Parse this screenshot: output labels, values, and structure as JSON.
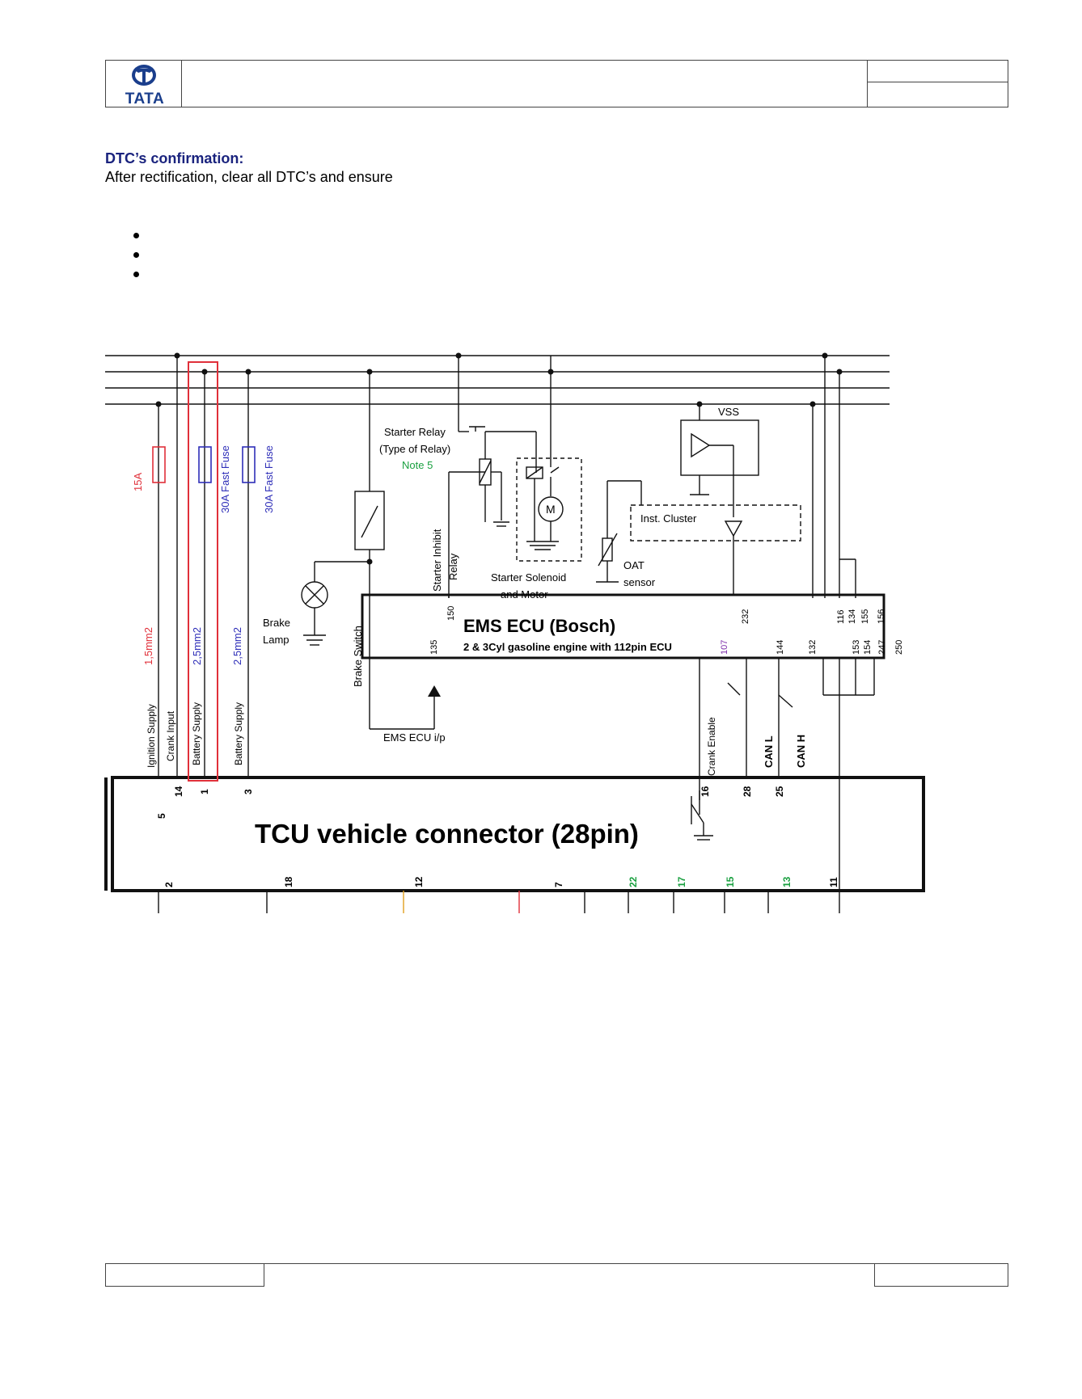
{
  "header": {
    "logo_text": "TATA"
  },
  "section": {
    "title": "DTC’s confirmation:",
    "text": "After rectification, clear all DTC’s and ensure"
  },
  "bullets": [
    "",
    "",
    ""
  ],
  "diagram": {
    "fuse_labels": [
      "15A",
      "30A Fast Fuse",
      "30A Fast Fuse"
    ],
    "wire_sizes": [
      "1,5mm2",
      "2,5mm2",
      "2,5mm2"
    ],
    "wire_labels": [
      "Ignition Supply",
      "Crank Input",
      "Battery Supply",
      "Battery Supply"
    ],
    "brake_lamp": [
      "Brake",
      "Lamp"
    ],
    "brake_switch": "Brake Switch",
    "starter_relay": [
      "Starter Relay",
      "(Type of Relay)"
    ],
    "note": "Note 5",
    "starter_inhibit": "Starter Inhibit",
    "relay": "Relay",
    "starter_solenoid": [
      "Starter Solenoid",
      "and Motor"
    ],
    "motor_symbol": "M",
    "oat_sensor": [
      "OAT",
      "sensor"
    ],
    "inst_cluster": "Inst. Cluster",
    "vss": "VSS",
    "ems_ecu_title": "EMS  ECU (Bosch)",
    "ems_ecu_subtitle": "2 & 3Cyl gasoline engine with 112pin ECU",
    "ems_input": "EMS ECU  i/p",
    "ecu_pins_top": [
      "150",
      "232",
      "116",
      "134",
      "155",
      "156"
    ],
    "ecu_pins_bottom": [
      "135",
      "107",
      "144",
      "132",
      "153",
      "154",
      "247",
      "250"
    ],
    "crank_enable": "Crank Enable",
    "can_l": "CAN L",
    "can_h": "CAN H",
    "tcu_title": "TCU  vehicle connector (28pin)",
    "tcu_pins_top": [
      "5",
      "14",
      "1",
      "3",
      "16",
      "28",
      "25"
    ],
    "tcu_pins_bottom": [
      "2",
      "18",
      "12",
      "7",
      "22",
      "17",
      "15",
      "13",
      "11"
    ],
    "colors": {
      "red": "#e0303a",
      "blue": "#2e2eb8",
      "green": "#1aa040",
      "purple": "#7a2aa8",
      "black": "#111111"
    }
  }
}
